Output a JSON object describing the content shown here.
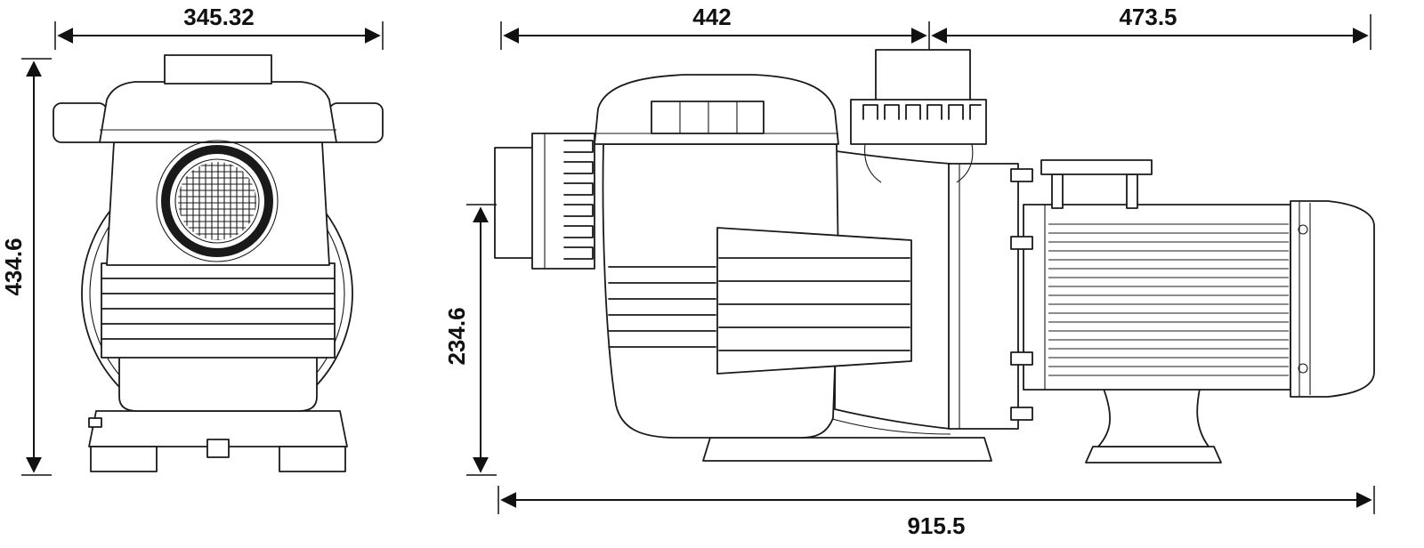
{
  "colors": {
    "line": "#1a1a1a",
    "dim_text": "#111111",
    "background": "#ffffff"
  },
  "dimensions": {
    "front_width": "345.32",
    "front_height": "434.6",
    "side_top_left": "442",
    "side_top_right": "473.5",
    "side_height": "234.6",
    "side_overall_length": "915.5"
  }
}
